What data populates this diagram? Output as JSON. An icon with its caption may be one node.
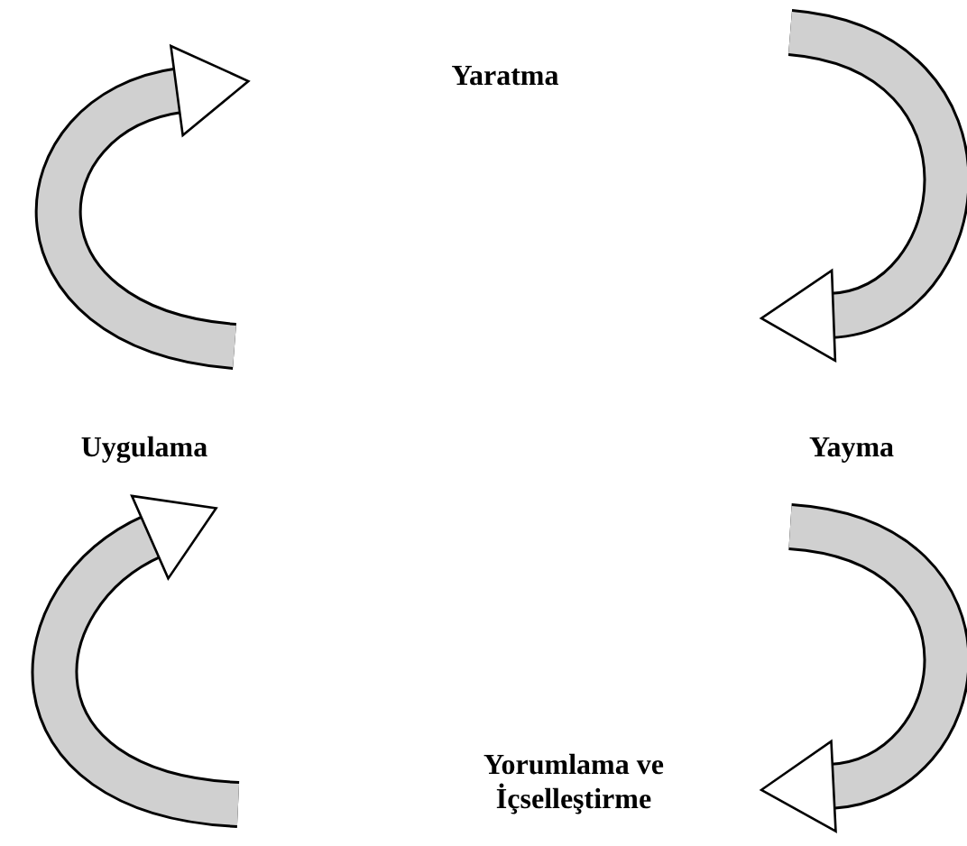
{
  "diagram": {
    "nodes": [
      {
        "text": [
          "Yaratma"
        ]
      },
      {
        "text": [
          "Yayma"
        ]
      },
      {
        "text": [
          "Yorumlama ve İçselleştirme"
        ]
      },
      {
        "text": [
          "Uygulama"
        ]
      }
    ],
    "edges": [
      {
        "from": null,
        "to": 1,
        "arrow": "to"
      },
      {
        "from": null,
        "to": 2,
        "arrow": "to"
      },
      {
        "from": null,
        "to": 3,
        "arrow": "to"
      },
      {
        "from": null,
        "to": 0,
        "arrow": "to"
      }
    ]
  }
}
